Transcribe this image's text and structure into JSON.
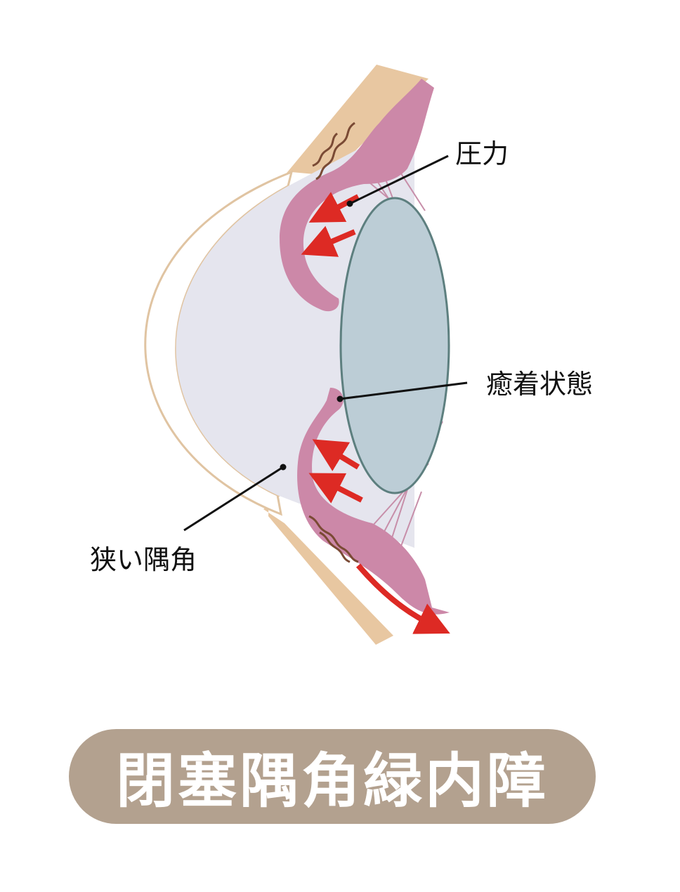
{
  "labels": {
    "pressure": "圧力",
    "adhesion": "癒着状態",
    "narrow_angle": "狭い隅角"
  },
  "title": "閉塞隅角緑内障",
  "colors": {
    "sclera": "#e8c7a1",
    "cornea_outline": "#e0c4a2",
    "anterior_chamber": "#e5e5ee",
    "iris": "#cc88a8",
    "lens": "#bccdd6",
    "lens_outline": "#5d7f7f",
    "arrow": "#dd2a24",
    "banner": "#b3a18f",
    "banner_text": "#ffffff"
  }
}
